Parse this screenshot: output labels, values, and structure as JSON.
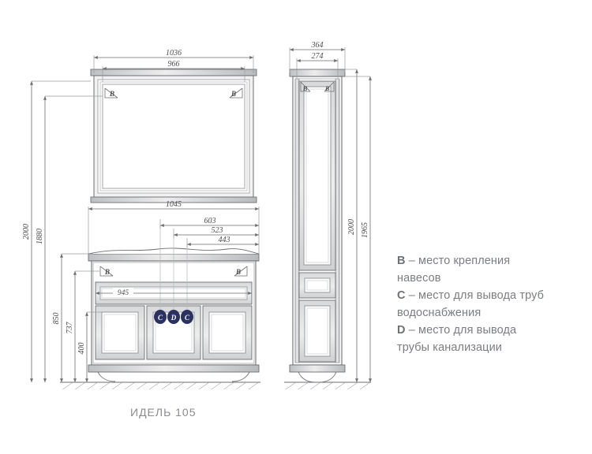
{
  "drawing": {
    "caption": "ИДЕЛЬ 105",
    "ink": "#58595b",
    "line": "#6d6e71",
    "marker_fill": "#2b3161",
    "marker_text": "#ffffff",
    "hatch": "#8a8c8e"
  },
  "front_view": {
    "name": "front elevation — mirror, washbasin and vanity cabinet",
    "dimensions": {
      "mirror_outer_width": "1036",
      "mirror_inner_width": "966",
      "vanity_width": "1045",
      "basin_point_1": "603",
      "basin_point_2": "523",
      "basin_point_3": "443",
      "drawer_width": "945",
      "total_height": "2000",
      "mirror_top_height": "1880",
      "counter_height": "850",
      "drawer_height": "737",
      "door_height": "400"
    },
    "mount_markers": [
      "B",
      "B",
      "B",
      "B"
    ],
    "plumbing_markers": [
      "C",
      "D",
      "C"
    ]
  },
  "side_view": {
    "name": "tall pencil unit elevation",
    "dimensions": {
      "outer_width": "364",
      "inner_width": "274",
      "total_height": "2000",
      "cabinet_height": "1965"
    },
    "mount_markers": [
      "B",
      "B"
    ]
  },
  "legend": {
    "lines": [
      {
        "key": "B",
        "dash": "–",
        "text": "место крепления"
      },
      {
        "key": "",
        "dash": "",
        "text": "навесов"
      },
      {
        "key": "C",
        "dash": "–",
        "text": "место для вывода труб"
      },
      {
        "key": "",
        "dash": "",
        "text": "водоснабжения"
      },
      {
        "key": "D",
        "dash": "–",
        "text": "место для вывода"
      },
      {
        "key": "",
        "dash": "",
        "text": "трубы канализации"
      }
    ]
  }
}
